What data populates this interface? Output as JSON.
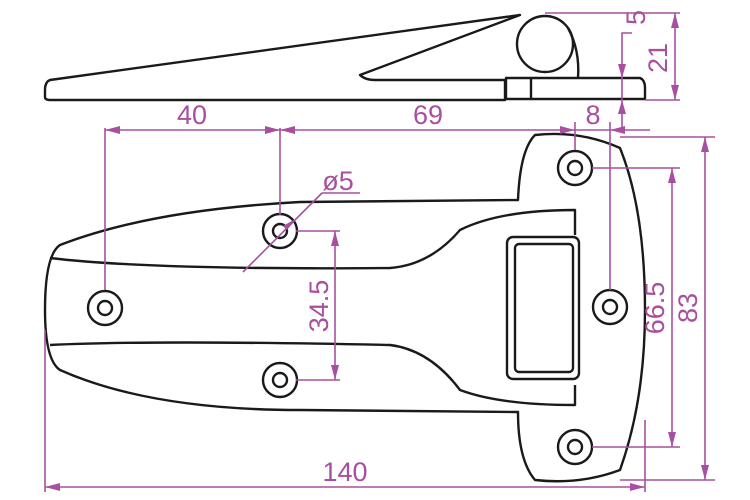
{
  "title": "Hinge technical drawing",
  "colors": {
    "dimension": "#a8509f",
    "outline": "#1a1a1a"
  },
  "dimensions": {
    "knuckle_offset": "5",
    "side_height": "21",
    "hole_to_hole_x": "40",
    "hole_to_plate_hole": "69",
    "plate_edge_offset": "8",
    "hole_diameter": "ø5",
    "hole_spacing_y": "34.5",
    "plate_hole_spacing": "66.5",
    "plate_height": "83",
    "overall_length": "140"
  }
}
